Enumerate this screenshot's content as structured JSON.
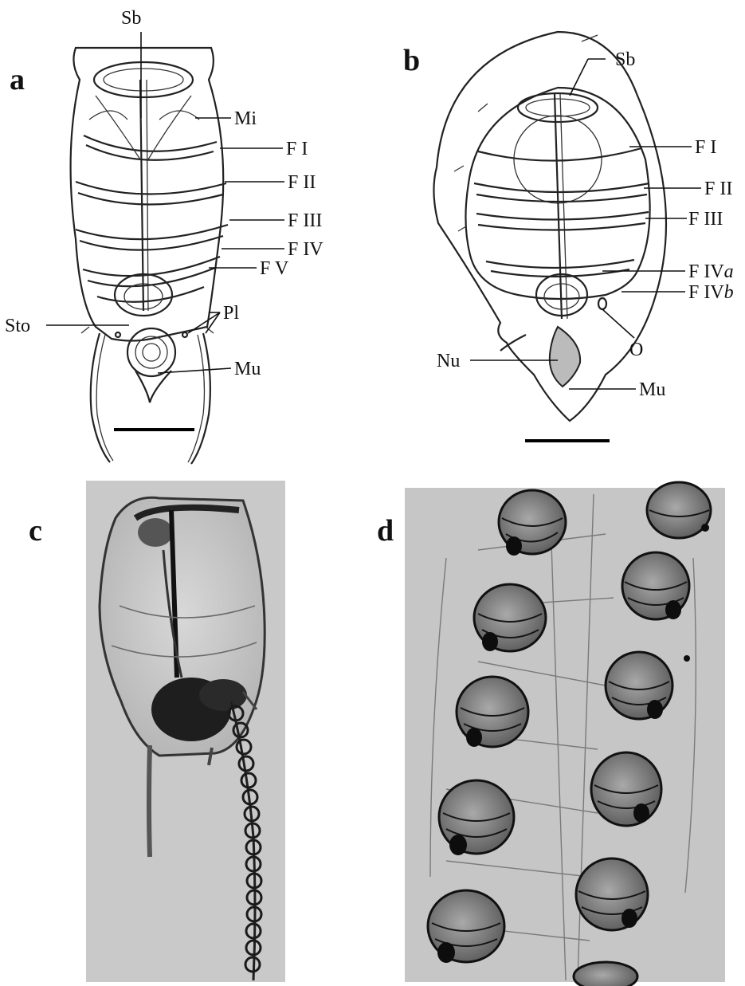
{
  "panels": {
    "a": {
      "letter": "a",
      "labels": {
        "sb": "Sb",
        "mi": "Mi",
        "f1": "F I",
        "f2": "F II",
        "f3": "F III",
        "f4": "F IV",
        "f5": "F V",
        "pl": "Pl",
        "sto": "Sto",
        "mu": "Mu"
      }
    },
    "b": {
      "letter": "b",
      "labels": {
        "sb": "Sb",
        "f1": "F I",
        "f2": "F II",
        "f3": "F III",
        "f4a_main": "F IV",
        "f4a_italic": "a",
        "f4b_main": "F IV",
        "f4b_italic": "b",
        "o": "O",
        "nu": "Nu",
        "mu": "Mu"
      }
    },
    "c": {
      "letter": "c"
    },
    "d": {
      "letter": "d"
    }
  }
}
